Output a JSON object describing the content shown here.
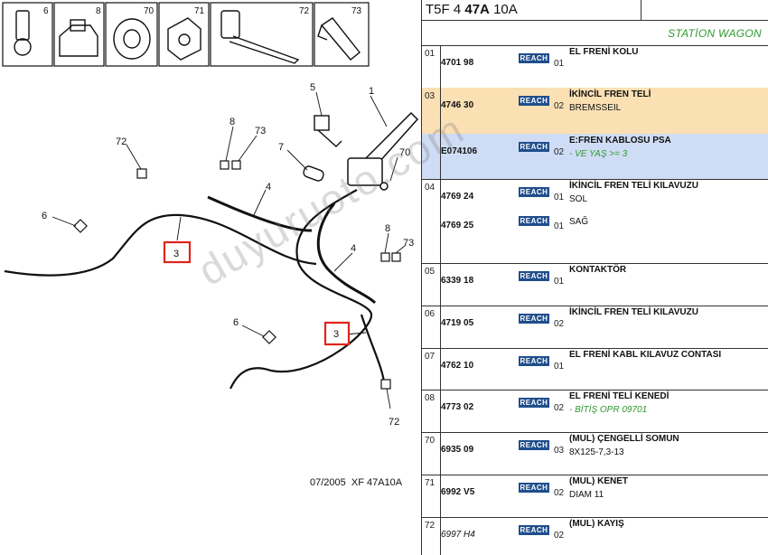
{
  "diagram": {
    "icons": [
      {
        "number": "6",
        "icon": "tie-strap-clip-icon"
      },
      {
        "number": "8",
        "icon": "cable-clamp-icon"
      },
      {
        "number": "70",
        "icon": "flanged-nut-icon"
      },
      {
        "number": "71",
        "icon": "rivet-clip-icon"
      },
      {
        "number": "72",
        "icon": "cable-tie-icon"
      },
      {
        "number": "73",
        "icon": "strap-icon"
      }
    ],
    "callouts": [
      "1",
      "5",
      "7",
      "70",
      "8",
      "73",
      "72",
      "6",
      "4",
      "3",
      "4",
      "8",
      "73",
      "3",
      "6",
      "72"
    ],
    "highlighted_callouts": [
      "3",
      "3"
    ],
    "footer_code": "07/2005  XF 47A10A",
    "watermark": "duyuruoto.com"
  },
  "header": {
    "prefix": "T5F 4",
    "code": "47A",
    "suffix": "10A"
  },
  "variant": "STATİON WAGON",
  "colors": {
    "highlight_orange": "#fbe0b4",
    "highlight_blue": "#cfdcf5",
    "reach_badge": "#1f4e8c",
    "note_green": "#2e9a2e",
    "callout_red": "#e0241b"
  },
  "parts": [
    {
      "item": "01",
      "lines": [
        {
          "part_no": "4701 98",
          "reach": "REACH",
          "qty": "01",
          "desc": "EL FRENİ KOLU"
        }
      ]
    },
    {
      "item": "03",
      "highlight": "orange",
      "lines": [
        {
          "part_no": "4746 30",
          "reach": "REACH",
          "qty": "02",
          "desc": "İKİNCİL FREN TELİ",
          "desc2": "BREMSSEIL"
        }
      ]
    },
    {
      "item": "",
      "highlight": "blue",
      "lines": [
        {
          "part_no": "E074106",
          "reach": "REACH",
          "qty": "02",
          "desc": "E:FREN KABLOSU PSA",
          "note": "- VE YAŞ >= 3"
        }
      ]
    },
    {
      "item": "04",
      "lines": [
        {
          "part_no": "4769 24",
          "reach": "REACH",
          "qty": "01",
          "desc": "İKİNCİL FREN TELİ KILAVUZU",
          "desc2": "SOL"
        },
        {
          "part_no": "4769 25",
          "reach": "REACH",
          "qty": "01",
          "desc": "SAĞ"
        }
      ]
    },
    {
      "item": "05",
      "lines": [
        {
          "part_no": "6339 18",
          "reach": "REACH",
          "qty": "01",
          "desc": "KONTAKTÖR"
        }
      ]
    },
    {
      "item": "06",
      "lines": [
        {
          "part_no": "4719 05",
          "reach": "REACH",
          "qty": "02",
          "desc": "İKİNCİL FREN TELİ KILAVUZU"
        }
      ]
    },
    {
      "item": "07",
      "lines": [
        {
          "part_no": "4762 10",
          "reach": "REACH",
          "qty": "01",
          "desc": "EL FRENİ KABL KILAVUZ CONTASI"
        }
      ]
    },
    {
      "item": "08",
      "lines": [
        {
          "part_no": "4773 02",
          "reach": "REACH",
          "qty": "02",
          "desc": "EL FRENİ TELİ KENEDİ",
          "note": "- BİTİŞ OPR 09701"
        }
      ]
    },
    {
      "item": "70",
      "lines": [
        {
          "part_no": "6935 09",
          "reach": "REACH",
          "qty": "03",
          "desc": "(MUL) ÇENGELLİ SOMUN",
          "desc2": "8X125-7,3-13"
        }
      ]
    },
    {
      "item": "71",
      "lines": [
        {
          "part_no": "6992 V5",
          "reach": "REACH",
          "qty": "02",
          "desc": "(MUL) KENET",
          "desc2": "DIAM 11"
        }
      ]
    },
    {
      "item": "72",
      "lines": [
        {
          "part_no": "6997 H4",
          "reach": "REACH",
          "qty": "02",
          "desc": "(MUL) KAYIŞ",
          "italic_part": true
        }
      ]
    }
  ]
}
